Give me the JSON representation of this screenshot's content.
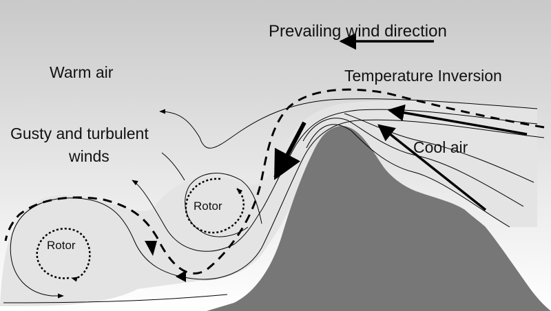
{
  "labels": {
    "wind_direction": "Prevailing wind direction",
    "warm_air": "Warm air",
    "temperature_inversion": "Temperature Inversion",
    "gusty_line1": "Gusty and turbulent",
    "gusty_line2": "winds",
    "cool_air": "Cool air",
    "rotor_left": "Rotor",
    "rotor_center": "Rotor"
  },
  "colors": {
    "sky_top": "#c9c9c9",
    "sky_bottom": "#ffffff",
    "mountain": "#777777",
    "airflow_fill": "#e4e4e4",
    "line": "#000000",
    "text": "#111111"
  }
}
